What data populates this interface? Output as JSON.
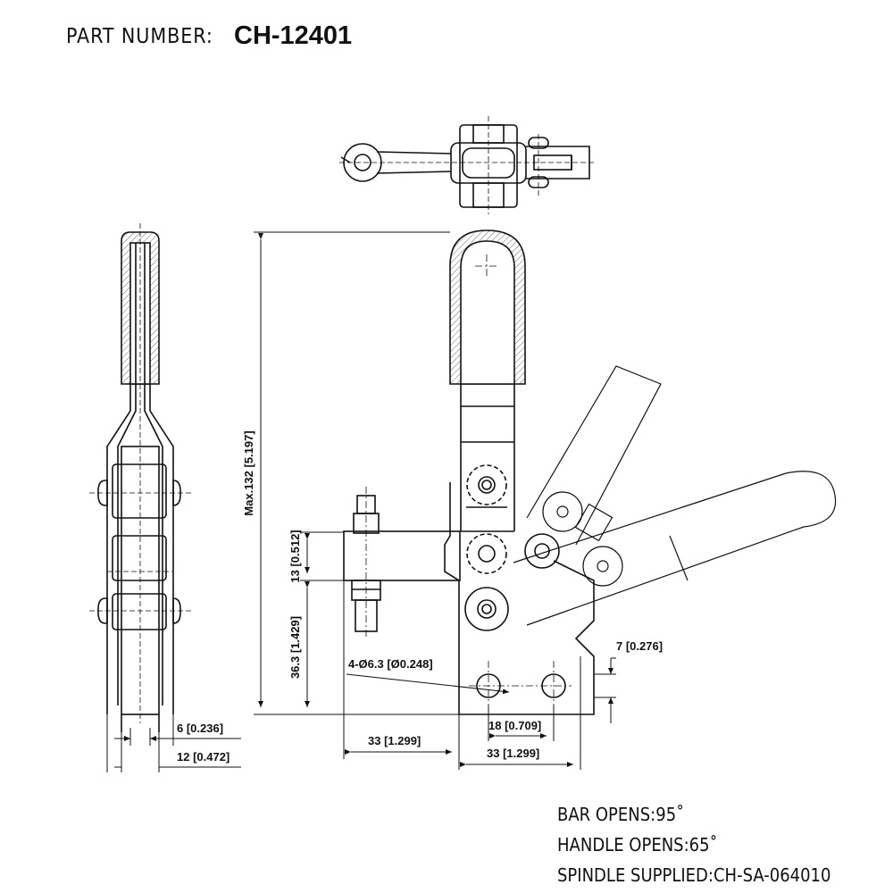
{
  "header": {
    "label": "PART NUMBER:",
    "part_number": "CH-12401"
  },
  "dimensions": {
    "max_height": "Max.132 [5.197]",
    "d36": "36.3 [1.429]",
    "d13": "13 [0.512]",
    "holes": "4-Ø6.3 [Ø0.248]",
    "d7": "7 [0.276]",
    "d33_left": "33 [1.299]",
    "d18": "18 [0.709]",
    "d33_right": "33 [1.299]",
    "d6": "6 [0.236]",
    "d12": "12 [0.472]"
  },
  "notes": {
    "bar_opens": "BAR OPENS:95˚",
    "handle_opens": "HANDLE OPENS:65˚",
    "spindle": "SPINDLE SUPPLIED:CH-SA-064010"
  }
}
